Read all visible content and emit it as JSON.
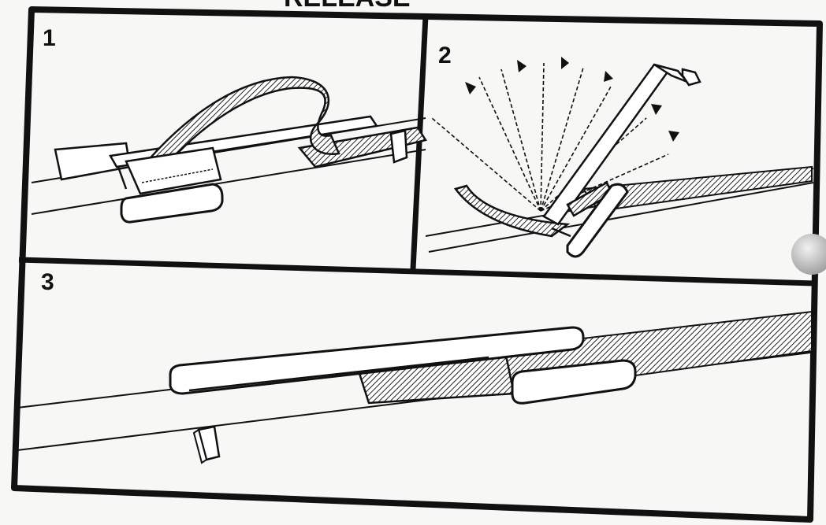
{
  "header_fragment": "RELEASE",
  "panels": [
    {
      "number": "1",
      "name": "panel-1"
    },
    {
      "number": "2",
      "name": "panel-2"
    },
    {
      "number": "3",
      "name": "panel-3"
    }
  ],
  "colors": {
    "paper": "#f7f7f5",
    "ink": "#111111",
    "hatch_line": "#222222",
    "shadow_disc": "#bdbdbd"
  }
}
